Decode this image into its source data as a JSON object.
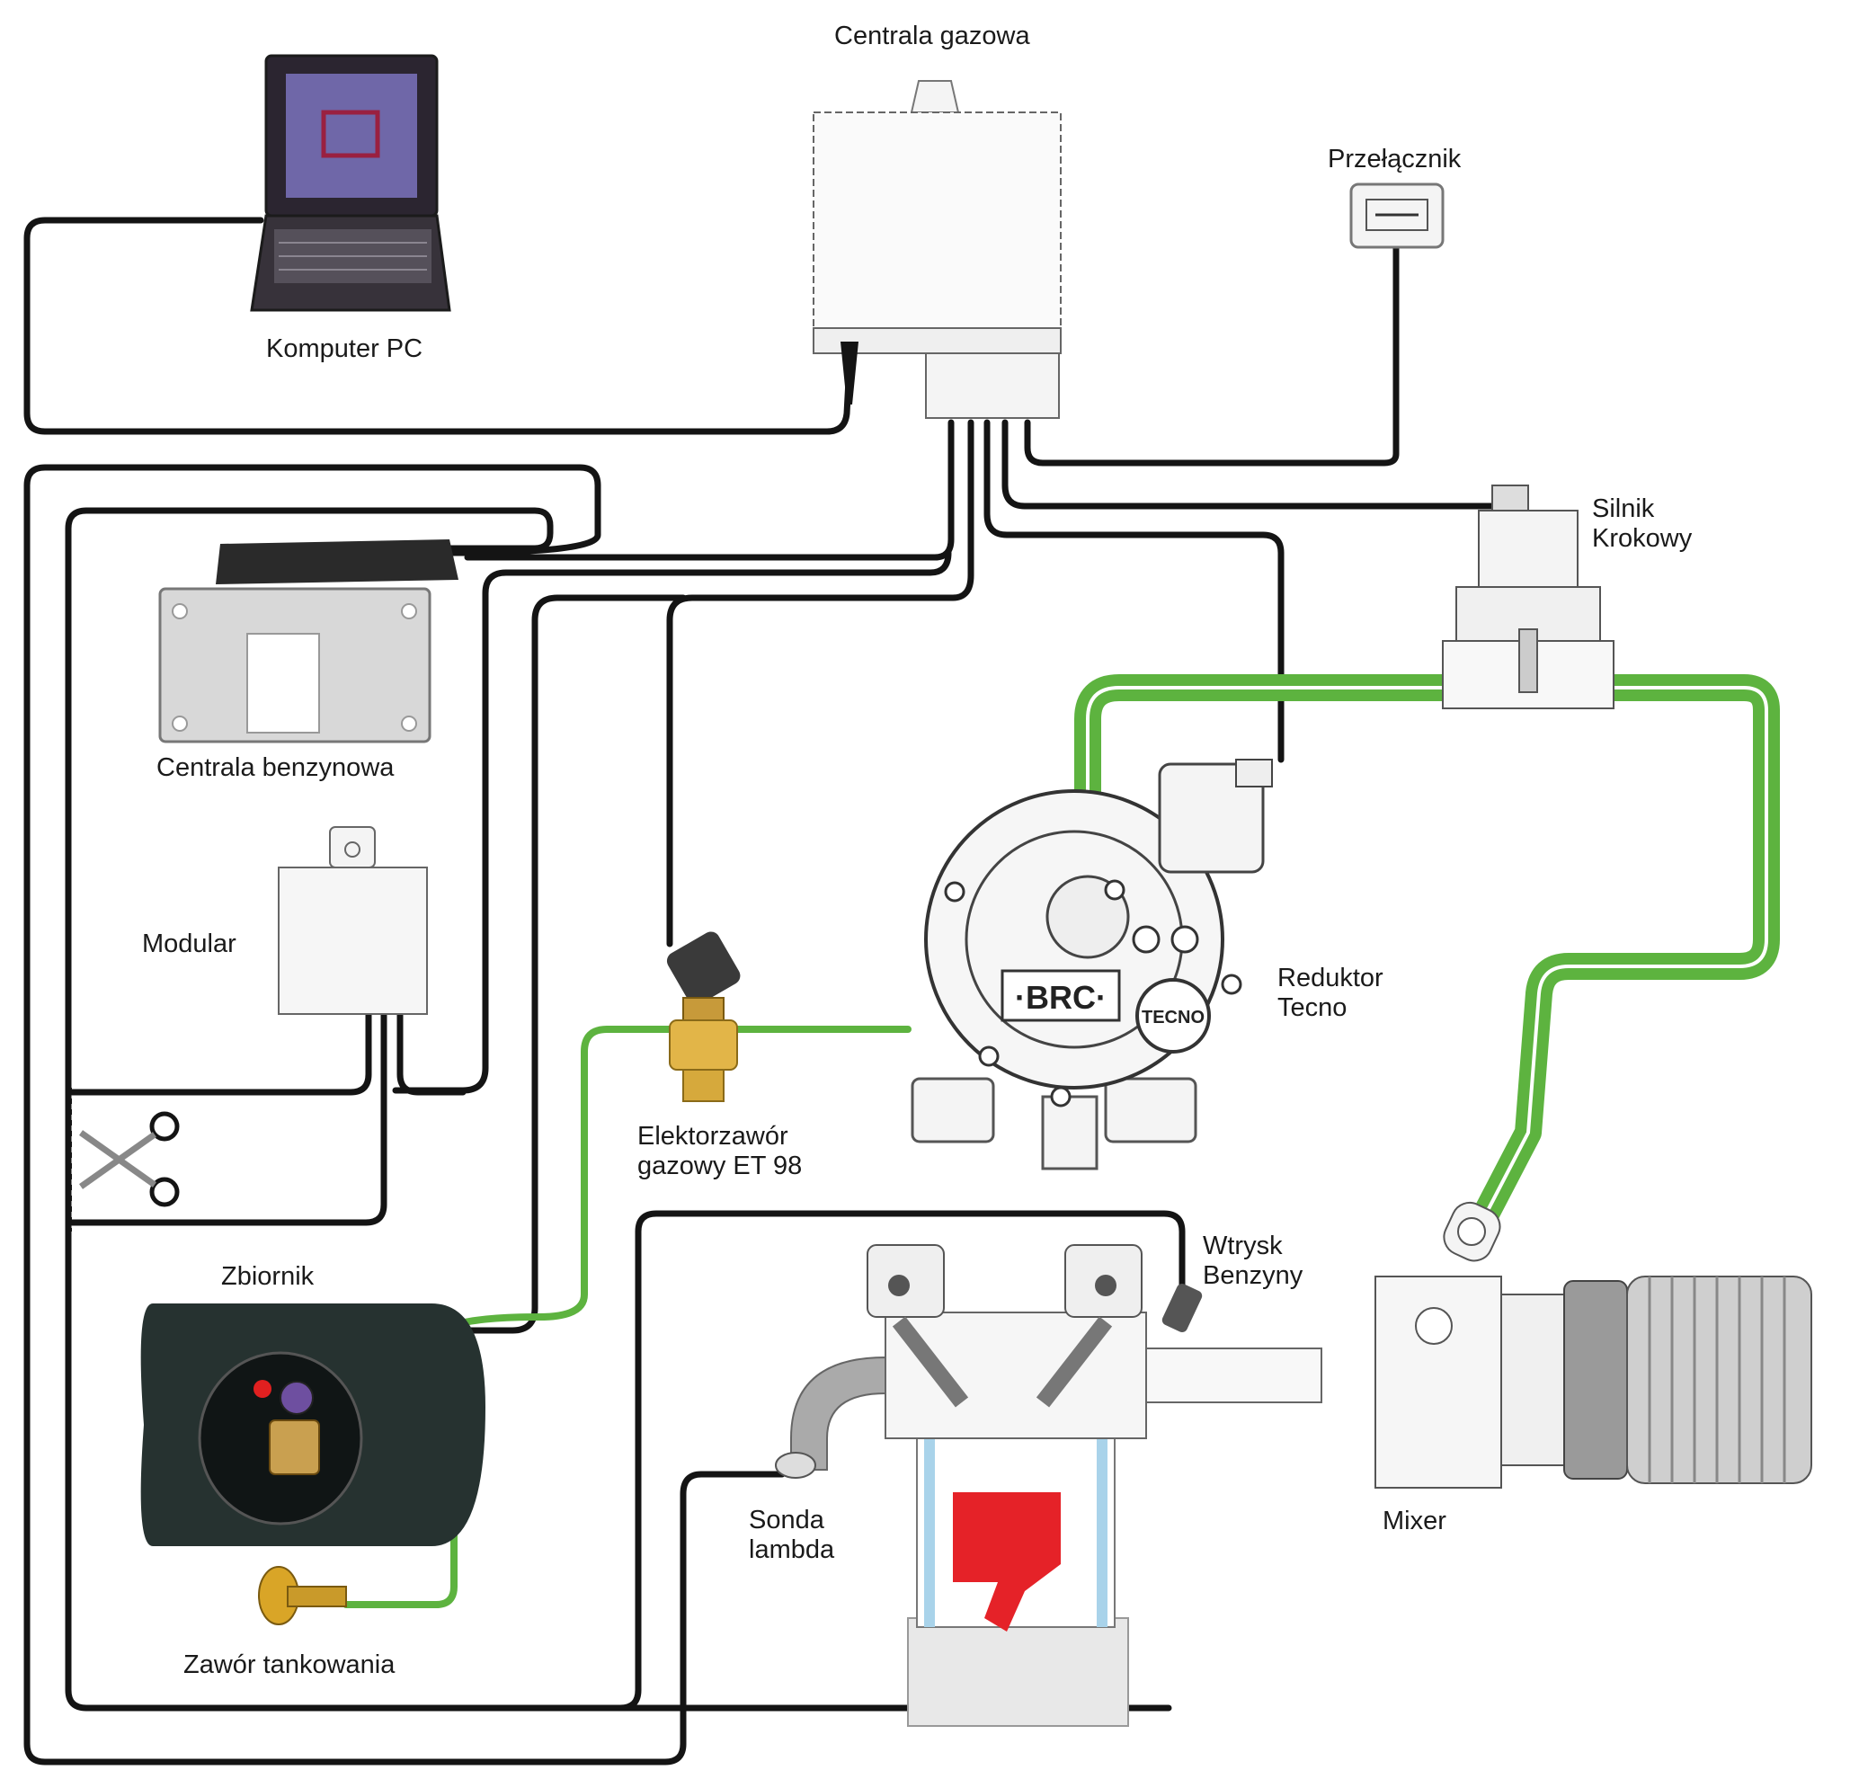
{
  "labels": {
    "centrala_gazowa": "Centrala gazowa",
    "komputer_pc": "Komputer PC",
    "przelacznik": "Przełącznik",
    "silnik_krokowy": [
      "Silnik",
      "Krokowy"
    ],
    "centrala_benzynowa": "Centrala benzynowa",
    "modular": "Modular",
    "reduktor_tecno": [
      "Reduktor",
      "Tecno"
    ],
    "elektrozawor": [
      "Elektorzawór",
      "gazowy ET 98"
    ],
    "zbiornik": "Zbiornik",
    "wtrysk_benzyny": [
      "Wtrysk",
      "Benzyny"
    ],
    "sonda_lambda": [
      "Sonda",
      "lambda"
    ],
    "mixer": "Mixer",
    "zawor_tankowania": "Zawór tankowania"
  },
  "device_marks": {
    "reducer_brand": "·BRC·",
    "reducer_badge": "TECNO"
  },
  "colors": {
    "wire": "#141414",
    "gas_pipe": "#5db33f",
    "gas_pipe_light": "#ffffff",
    "device_outline": "#555555",
    "device_fill": "#f4f4f4",
    "tank": "#263230",
    "piston": "#e52228",
    "cylinder_wall": "#a9d3ea"
  }
}
